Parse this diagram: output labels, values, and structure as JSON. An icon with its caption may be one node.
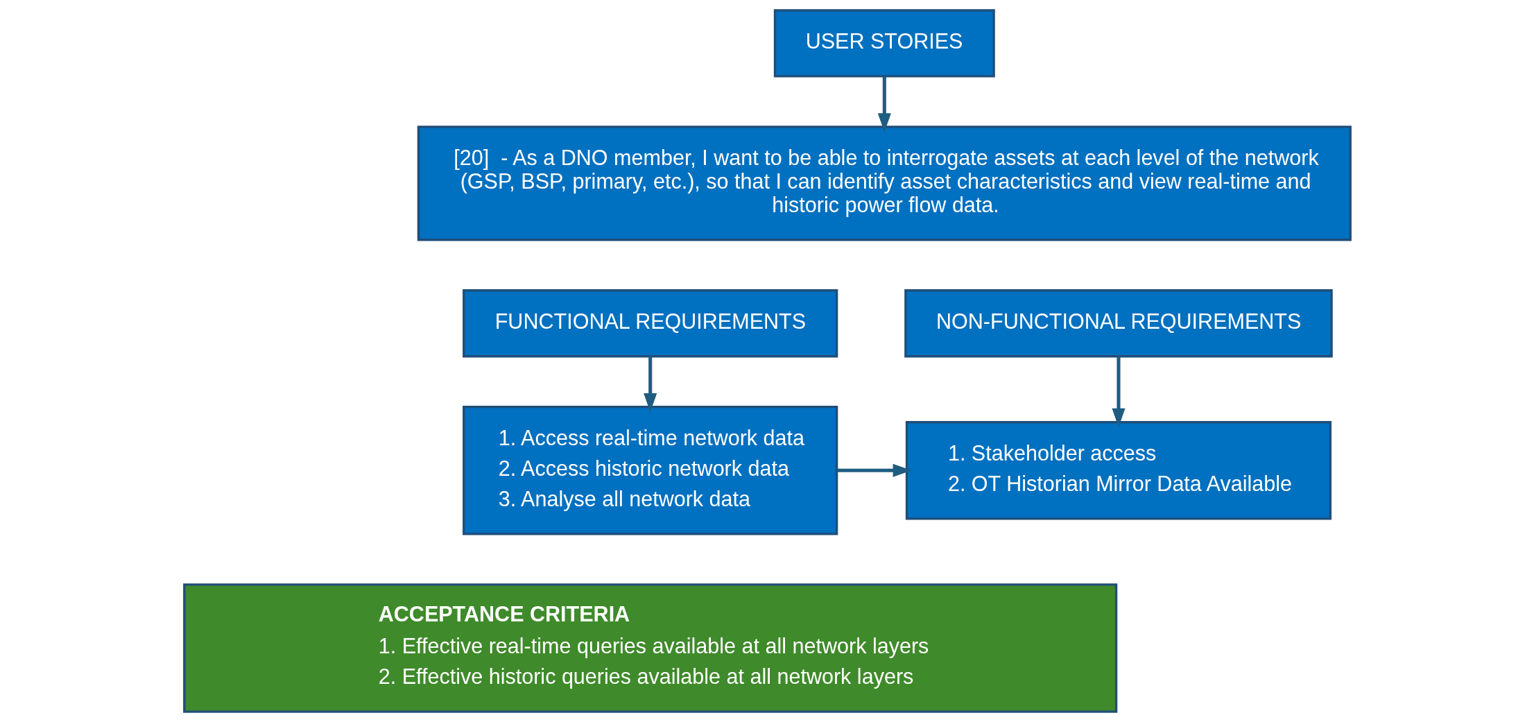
{
  "diagram": {
    "nodes": [
      {
        "text": [
          "USER STORIES"
        ]
      },
      {
        "text": [
          "[20]  - As a DNO member, I want to be able to interrogate assets at each level of the network (GSP, BSP, primary, etc.), so that I can identify asset characteristics and view real-time and historic power flow data."
        ]
      },
      {
        "text": [
          "FUNCTIONAL REQUIREMENTS"
        ]
      },
      {
        "text": [
          "NON-FUNCTIONAL REQUIREMENTS"
        ]
      },
      {
        "text": [
          "1. Access real-time network data",
          "2. Access historic network data",
          "3. Analyse all network data"
        ]
      },
      {
        "text": [
          "1. Stakeholder access",
          "2. OT Historian Mirror Data Available"
        ]
      },
      {
        "text": [
          "ACCEPTANCE CRITERIA",
          "1. Effective real-time queries available at all network layers",
          "2. Effective historic queries available at all network layers"
        ]
      }
    ],
    "edges": [
      {
        "from": 0,
        "to": 1,
        "arrow": "to"
      },
      {
        "from": 2,
        "to": 4,
        "arrow": "to"
      },
      {
        "from": 3,
        "to": 5,
        "arrow": "to"
      },
      {
        "from": 4,
        "to": 5,
        "arrow": "to"
      }
    ]
  }
}
